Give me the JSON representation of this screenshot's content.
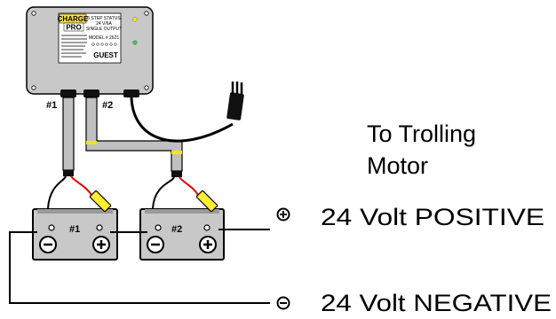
{
  "charger": {
    "brand_top": "CHARGE",
    "brand_bottom": "PRO",
    "spec_lines": [
      "6 STEP STATUS",
      "24 V/6A",
      "SINGLE OUTPUT"
    ],
    "model_line": "MODEL # 2621",
    "maker": "GUEST",
    "colors": {
      "body": "#c8c8c8",
      "label": "#ffe24a",
      "led_yellow": "#f5e60a",
      "led_green": "#3ec43e"
    }
  },
  "cable_labels": {
    "one": "#1",
    "two": "#2"
  },
  "batteries": [
    {
      "label": "#1"
    },
    {
      "label": "#2"
    }
  ],
  "labels": {
    "to_trolling_line1": "To Trolling",
    "to_trolling_line2": "Motor",
    "positive": "24 Volt POSITIVE",
    "negative": "24 Volt NEGATIVE"
  },
  "icons": {
    "positive": "plus-circle-icon",
    "negative": "minus-circle-icon"
  },
  "colors": {
    "battery": "#c8c8c8",
    "cable": "#c0c0c0",
    "red_wire": "#e00000",
    "clip": "#ffee33"
  }
}
